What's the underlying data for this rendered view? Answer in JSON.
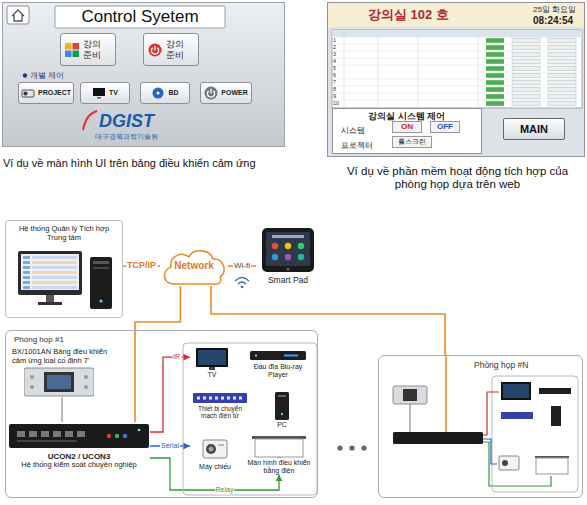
{
  "diagram": {
    "nodes": [
      {
        "text": [
          "Control Syetem",
          "개별 제어",
          "DGIST",
          "대구경북과학기술원"
        ]
      },
      {
        "text": [
          "강의 준비"
        ],
        "in": 0
      },
      {
        "text": [
          "강의 준비"
        ],
        "in": 0
      },
      {
        "text": [
          "PROJECT"
        ],
        "in": 0
      },
      {
        "text": [
          "TV"
        ],
        "in": 0
      },
      {
        "text": [
          "BD"
        ],
        "in": 0
      },
      {
        "text": [
          "POWER"
        ],
        "in": 0
      },
      {
        "text": [
          "강의실 102 호",
          "25일 화요일",
          "08:24:54"
        ]
      },
      {
        "text": [
          "강의실 시스템 제어",
          "시스템",
          "프로젝터"
        ],
        "in": 7
      },
      {
        "text": [
          "ON"
        ],
        "in": 8
      },
      {
        "text": [
          "OFF"
        ],
        "in": 8
      },
      {
        "text": [
          "롤스크린"
        ],
        "in": 8
      },
      {
        "text": [
          "MAIN"
        ],
        "in": 7
      },
      {
        "text": [
          "Hệ thống Quản lý Tích hợp Trung tâm"
        ]
      },
      {
        "text": [
          "Network"
        ]
      },
      {
        "text": [
          "Smart Pad"
        ]
      },
      {
        "text": [
          "Phòng họp #1"
        ]
      },
      {
        "text": [
          "BX/1001AN Bảng điều khiển cảm ứng loại cố định 7'"
        ],
        "in": 16
      },
      {
        "text": [
          "UCON2 / UCON3",
          "Hệ thống kiểm soát chuyên nghiệp"
        ],
        "in": 16
      },
      {
        "text": [
          "TV"
        ],
        "in": 16
      },
      {
        "text": [
          "Đầu đĩa Blu-ray Player"
        ],
        "in": 16
      },
      {
        "text": [
          "Thiết bị chuyển mạch điện tử"
        ],
        "in": 16
      },
      {
        "text": [
          "PC"
        ],
        "in": 16
      },
      {
        "text": [
          "Máy chiếu"
        ],
        "in": 16
      },
      {
        "text": [
          "Màn hình điều khiển bằng điện"
        ],
        "in": 16
      },
      {
        "text": [
          "Phòng họp #N"
        ]
      }
    ],
    "edges": [
      {
        "from": 14,
        "to": 13,
        "arrow": "none",
        "label": "TCP/IP"
      },
      {
        "from": 14,
        "to": 15,
        "arrow": "none",
        "label": "Wi-fi"
      },
      {
        "from": 14,
        "to": 18,
        "arrow": "none"
      },
      {
        "from": 14,
        "to": 25,
        "arrow": "none"
      },
      {
        "from": 17,
        "to": 18,
        "arrow": "none"
      },
      {
        "from": 18,
        "to": 19,
        "arrow": "to",
        "label": "IR"
      },
      {
        "from": 18,
        "to": 23,
        "arrow": "to",
        "label": "Serial"
      },
      {
        "from": 18,
        "to": 24,
        "arrow": "to",
        "label": "Relay"
      }
    ],
    "labels": [
      "Ví dụ về màn hình UI trên bảng điều khiển cảm ứng",
      "Ví dụ về phần mềm hoạt động tích hợp của phòng họp dựa trên web",
      "1",
      "2",
      "3",
      "4",
      "5",
      "6",
      "7",
      "8",
      "9",
      "10"
    ]
  }
}
